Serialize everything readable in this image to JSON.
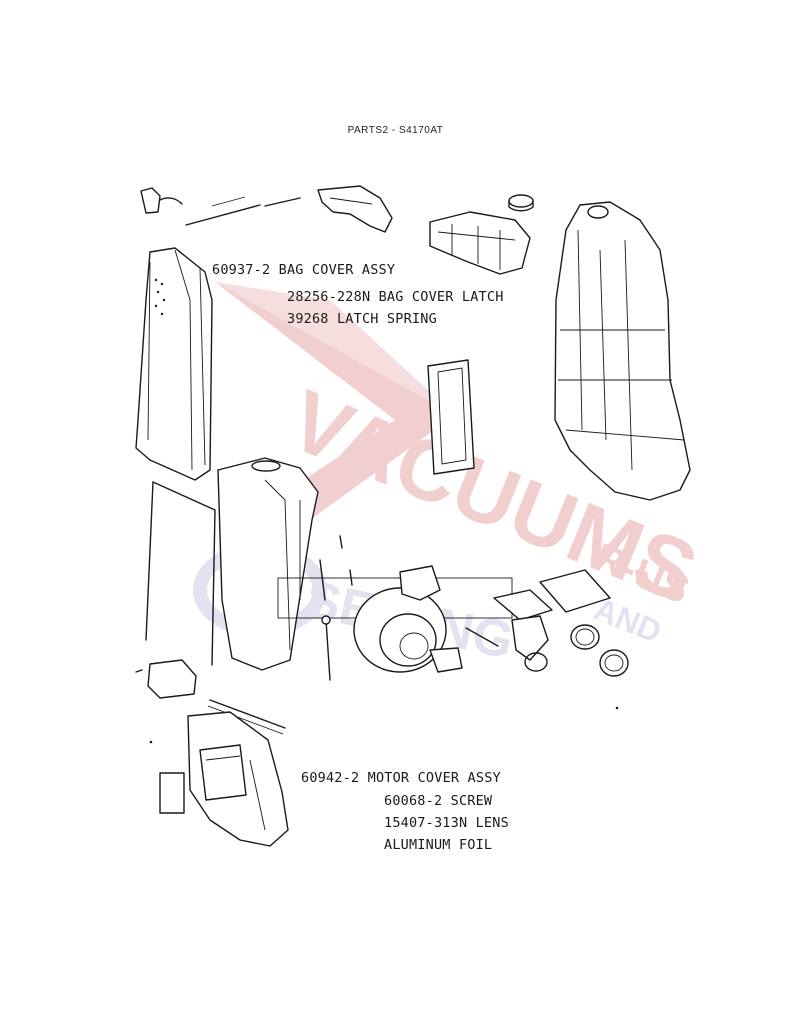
{
  "page_title": "PARTS2 - S4170AT",
  "callouts": {
    "bag_cover_assy": "60937-2 BAG COVER ASSY",
    "bag_cover_latch": "28256-228N BAG COVER LATCH",
    "latch_spring": "39268 LATCH SPRING",
    "motor_cover_assy": "60942-2  MOTOR COVER ASSY",
    "screw": "60068-2 SCREW",
    "lens": "15407-313N LENS",
    "aluminum_foil": "ALUMINUM FOIL"
  },
  "watermark": {
    "text_main": "VACUUMS",
    "text_side_1": "R-US",
    "text_side_2": "AND",
    "text_lower": "SEWING",
    "color_red": "#e8a9a9",
    "color_blue": "#c9cde6"
  },
  "colors": {
    "line": "#1a1a1a",
    "background": "#ffffff"
  }
}
